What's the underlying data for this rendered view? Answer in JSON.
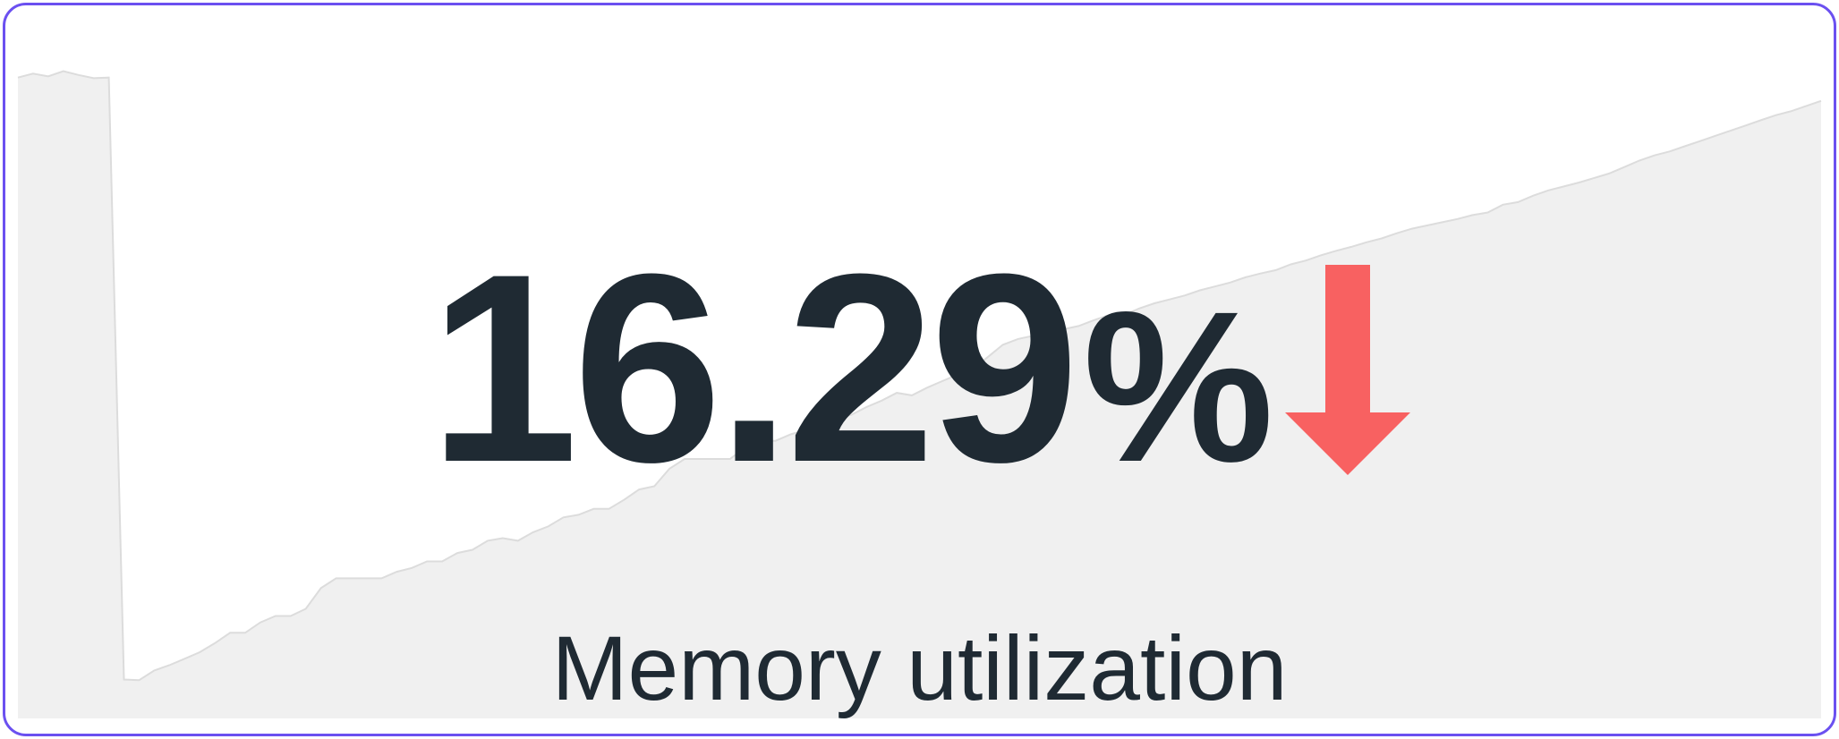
{
  "panel": {
    "label": "Memory utilization",
    "value_number": "16.29",
    "value_unit": "%",
    "trend": "down",
    "trend_icon": "arrow-down-icon"
  },
  "colors": {
    "border": "#6b50f0",
    "text": "#1f2a33",
    "trend_down": "#f86161",
    "sparkline_fill": "#f0f0f0",
    "sparkline_line": "#dcdcdc"
  },
  "chart_data": {
    "type": "area",
    "title": "",
    "xlabel": "",
    "ylabel": "",
    "grid": false,
    "ylim": [
      0,
      100
    ],
    "x": [
      0,
      1,
      2,
      3,
      4,
      5,
      6,
      7,
      8,
      9,
      10,
      11,
      12,
      13,
      14,
      15,
      16,
      17,
      18,
      19,
      20,
      21,
      22,
      23,
      24,
      25,
      26,
      27,
      28,
      29,
      30,
      31,
      32,
      33,
      34,
      35,
      36,
      37,
      38,
      39,
      40,
      41,
      42,
      43,
      44,
      45,
      46,
      47,
      48,
      49,
      50,
      51,
      52,
      53,
      54,
      55,
      56,
      57,
      58,
      59,
      60,
      61,
      62,
      63,
      64,
      65,
      66,
      67,
      68,
      69,
      70,
      71,
      72,
      73,
      74,
      75,
      76,
      77,
      78,
      79,
      80,
      81,
      82,
      83,
      84,
      85,
      86,
      87,
      88,
      89,
      90,
      91,
      92,
      93,
      94,
      95,
      96,
      97,
      98,
      99,
      100,
      101,
      102,
      103,
      104,
      105,
      106,
      107,
      108,
      109,
      110,
      111,
      112,
      113,
      114,
      115,
      116,
      117,
      118,
      119
    ],
    "series": [
      {
        "values": [
          98.8,
          99.4,
          99.0,
          99.8,
          99.2,
          98.7,
          98.8,
          6.0,
          5.9,
          7.4,
          8.2,
          9.2,
          10.2,
          11.6,
          13.2,
          13.2,
          14.8,
          15.8,
          15.8,
          16.9,
          20.1,
          21.6,
          21.6,
          21.6,
          21.6,
          22.6,
          23.2,
          24.2,
          24.2,
          25.5,
          26.0,
          27.4,
          27.8,
          27.4,
          28.7,
          29.6,
          31.0,
          31.4,
          32.3,
          32.3,
          33.7,
          35.3,
          35.8,
          38.5,
          40.0,
          40.0,
          40.0,
          40.0,
          41.8,
          42.8,
          42.8,
          43.8,
          44.5,
          45.5,
          46.3,
          46.8,
          48.0,
          49.0,
          50.2,
          49.8,
          51.0,
          52.0,
          53.0,
          53.8,
          55.7,
          57.6,
          58.5,
          59.0,
          59.5,
          60.0,
          60.5,
          61.4,
          62.2,
          62.2,
          63.2,
          64.0,
          64.6,
          65.2,
          66.0,
          66.6,
          67.2,
          68.0,
          68.6,
          69.1,
          70.0,
          70.6,
          71.4,
          72.1,
          72.7,
          73.4,
          74.0,
          74.8,
          75.5,
          76.0,
          76.5,
          77.0,
          77.6,
          78.0,
          79.2,
          79.6,
          80.6,
          81.4,
          82.0,
          82.6,
          83.3,
          84.0,
          85.0,
          86.0,
          86.8,
          87.4,
          88.2,
          89.0,
          89.8,
          90.6,
          91.4,
          92.2,
          93.0,
          93.6,
          94.4,
          95.2
        ]
      }
    ]
  }
}
